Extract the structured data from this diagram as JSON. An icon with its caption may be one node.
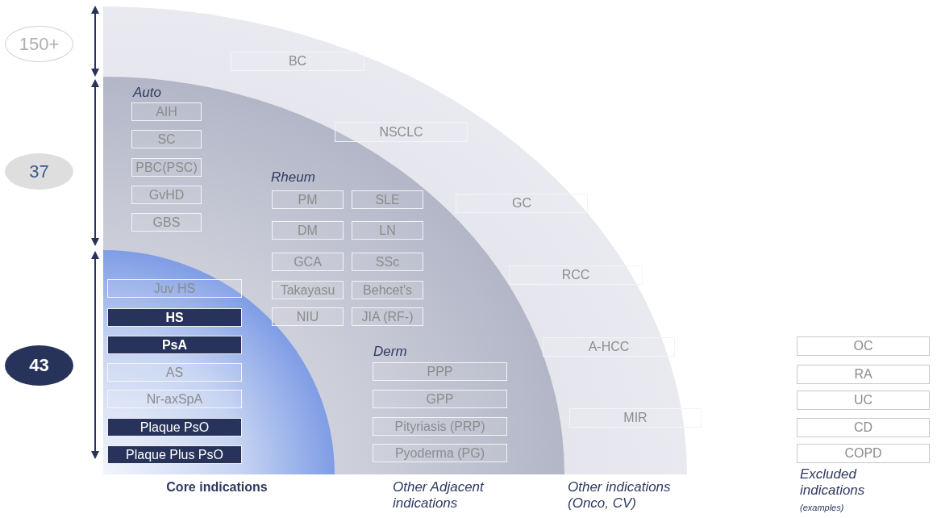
{
  "diagram": {
    "nodes": [
      {
        "text": [
          "150+"
        ]
      },
      {
        "text": [
          "37"
        ]
      },
      {
        "text": [
          "43"
        ]
      },
      {
        "text": [
          "BC"
        ]
      },
      {
        "text": [
          "NSCLC"
        ]
      },
      {
        "text": [
          "GC"
        ]
      },
      {
        "text": [
          "RCC"
        ]
      },
      {
        "text": [
          "A-HCC"
        ]
      },
      {
        "text": [
          "MIR"
        ]
      },
      {
        "text": [
          "AIH"
        ]
      },
      {
        "text": [
          "SC"
        ]
      },
      {
        "text": [
          "PBC(PSC)"
        ]
      },
      {
        "text": [
          "GvHD"
        ]
      },
      {
        "text": [
          "GBS"
        ]
      },
      {
        "text": [
          "PM"
        ]
      },
      {
        "text": [
          "SLE"
        ]
      },
      {
        "text": [
          "DM"
        ]
      },
      {
        "text": [
          "LN"
        ]
      },
      {
        "text": [
          "GCA"
        ]
      },
      {
        "text": [
          "SSc"
        ]
      },
      {
        "text": [
          "Takayasu"
        ]
      },
      {
        "text": [
          "Behcet's"
        ]
      },
      {
        "text": [
          "NIU"
        ]
      },
      {
        "text": [
          "JIA (RF-)"
        ]
      },
      {
        "text": [
          "Juv HS"
        ]
      },
      {
        "text": [
          "HS"
        ]
      },
      {
        "text": [
          "PsA"
        ]
      },
      {
        "text": [
          "AS"
        ]
      },
      {
        "text": [
          "Nr-axSpA"
        ]
      },
      {
        "text": [
          "Plaque PsO"
        ]
      },
      {
        "text": [
          "Plaque Plus PsO"
        ]
      },
      {
        "text": [
          "PPP"
        ]
      },
      {
        "text": [
          "GPP"
        ]
      },
      {
        "text": [
          "Pityriasis (PRP)"
        ]
      },
      {
        "text": [
          "Pyoderma (PG)"
        ]
      },
      {
        "text": [
          "OC"
        ]
      },
      {
        "text": [
          "RA"
        ]
      },
      {
        "text": [
          "UC"
        ]
      },
      {
        "text": [
          "CD"
        ]
      },
      {
        "text": [
          "COPD"
        ]
      }
    ],
    "labels": [
      "Auto",
      "Rheum",
      "Derm",
      "Core indications",
      "Other Adjacent indications",
      "Other indications (Onco, CV)",
      "Excluded indications",
      "(examples)"
    ]
  }
}
